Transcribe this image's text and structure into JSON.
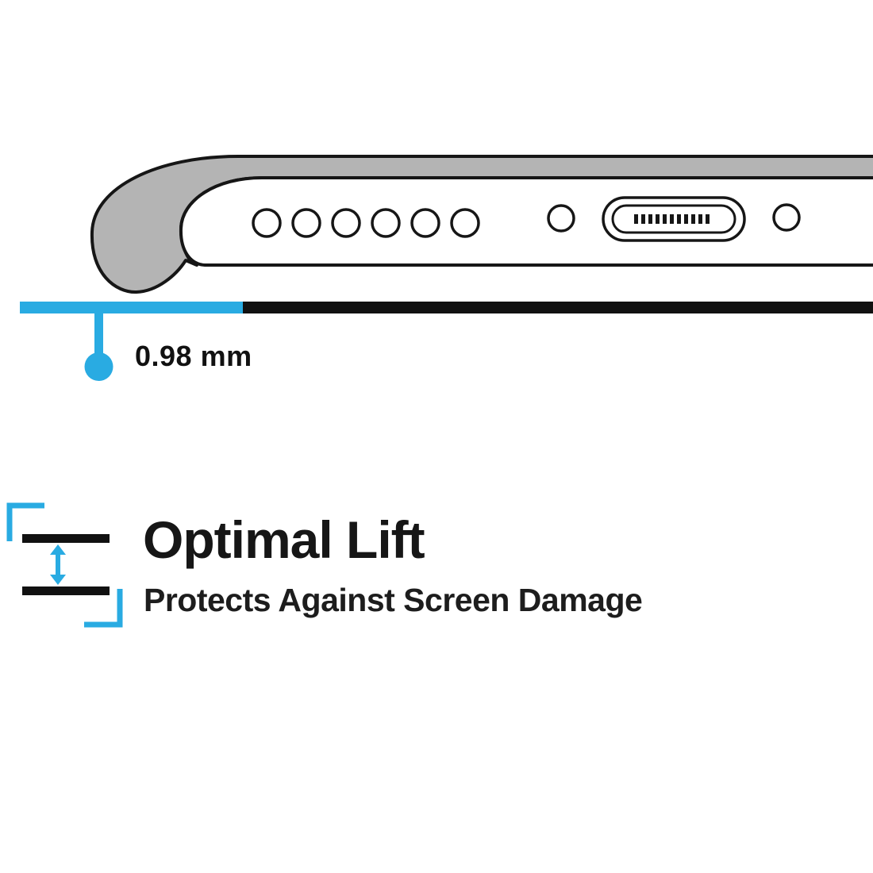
{
  "diagram": {
    "measurement_label": "0.98 mm",
    "title": "Optimal Lift",
    "subtitle": "Protects Against Screen Damage"
  },
  "colors": {
    "accent_cyan": "#29abe2",
    "ink_black": "#111111",
    "case_gray": "#b4b4b4",
    "background": "#ffffff"
  },
  "icons": {
    "phone_bottom": "phone-bottom-edge-illustration",
    "lift_gap": "lift-gap-icon",
    "marker": "measurement-marker-icon"
  }
}
